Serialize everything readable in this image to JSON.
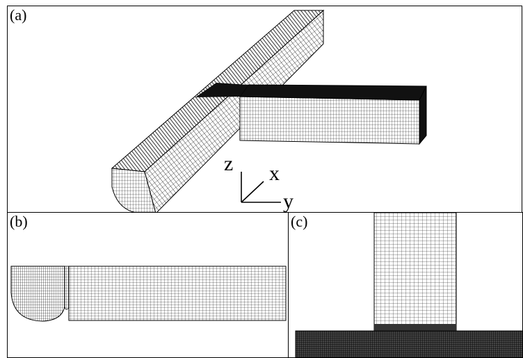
{
  "panels": {
    "a": {
      "label": "(a)"
    },
    "b": {
      "label": "(b)"
    },
    "c": {
      "label": "(c)"
    }
  },
  "axes": {
    "z": "z",
    "x": "x",
    "y": "y"
  },
  "colors": {
    "mesh": "#000000",
    "dense": "#111111",
    "background": "#ffffff"
  }
}
